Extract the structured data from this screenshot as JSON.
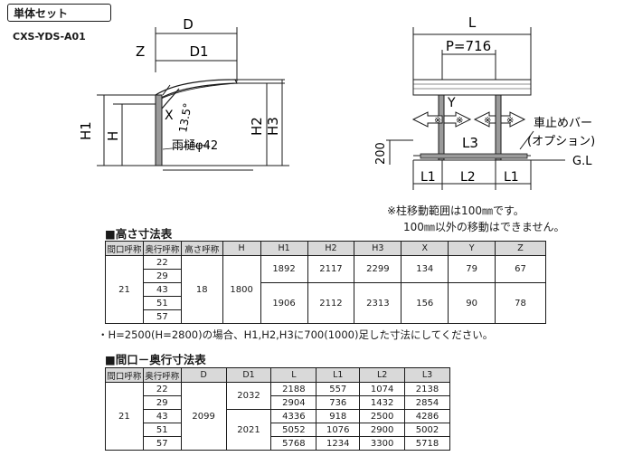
{
  "badge": "単体セット",
  "model": "CXS-YDS-A01",
  "side_view": {
    "labels": {
      "D": "D",
      "D1": "D1",
      "Z": "Z",
      "X": "X",
      "angle": "13.5°",
      "H1": "H1",
      "H": "H",
      "H2": "H2",
      "H3": "H3",
      "gutter": "雨樋φ42"
    }
  },
  "front_view": {
    "labels": {
      "L": "L",
      "P": "P=716",
      "Y": "Y",
      "L3": "L3",
      "barrier": "車止めバー",
      "option": "(オプション)",
      "gl": "G.L",
      "dim200": "200",
      "L1a": "L1",
      "L2": "L2",
      "L1b": "L1",
      "mark": "※"
    }
  },
  "post_note_1": "※柱移動範囲は100㎜です。",
  "post_note_2": "100㎜以外の移動はできません。",
  "height_table": {
    "title": "■高さ寸法表",
    "headers": [
      "間口呼称",
      "奥行呼称",
      "高さ呼称",
      "H",
      "H1",
      "H2",
      "H3",
      "X",
      "Y",
      "Z"
    ],
    "width": "21",
    "depths": [
      "22",
      "29",
      "43",
      "51",
      "57"
    ],
    "height_code": "18",
    "H": "1800",
    "rows": [
      {
        "H1": "1892",
        "H2": "2117",
        "H3": "2299",
        "X": "134",
        "Y": "79",
        "Z": "67"
      },
      {
        "H1": "1906",
        "H2": "2112",
        "H3": "2313",
        "X": "156",
        "Y": "90",
        "Z": "78"
      }
    ]
  },
  "height_note": "・H=2500(H=2800)の場合、H1,H2,H3に700(1000)足した寸法にしてください。",
  "dim_table": {
    "title": "■間口－奥行寸法表",
    "headers": [
      "間口呼称",
      "奥行呼称",
      "D",
      "D1",
      "L",
      "L1",
      "L2",
      "L3"
    ],
    "width": "21",
    "D": "2099",
    "D1": [
      "2032",
      "2021"
    ],
    "rows": [
      {
        "depth": "22",
        "L": "2188",
        "L1": "557",
        "L2": "1074",
        "L3": "2138"
      },
      {
        "depth": "29",
        "L": "2904",
        "L1": "736",
        "L2": "1432",
        "L3": "2854"
      },
      {
        "depth": "43",
        "L": "4336",
        "L1": "918",
        "L2": "2500",
        "L3": "4286"
      },
      {
        "depth": "51",
        "L": "5052",
        "L1": "1076",
        "L2": "2900",
        "L3": "5002"
      },
      {
        "depth": "57",
        "L": "5768",
        "L1": "1234",
        "L2": "3300",
        "L3": "5718"
      }
    ]
  }
}
